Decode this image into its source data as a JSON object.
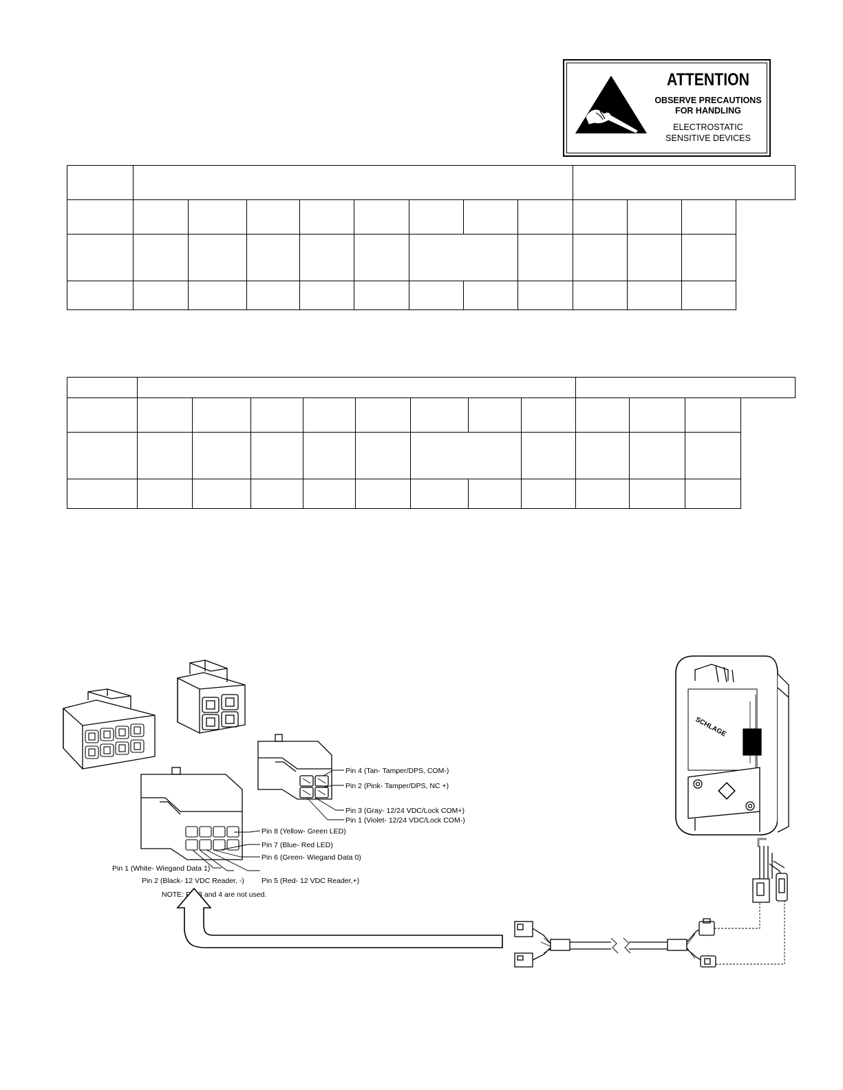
{
  "esd_label": {
    "title": "ATTENTION",
    "line1": "OBSERVE PRECAUTIONS",
    "line2": "FOR HANDLING",
    "line3": "ELECTROSTATIC",
    "line4": "SENSITIVE DEVICES"
  },
  "connector_8pin": {
    "pin8": "Pin 8 (Yellow- Green LED)",
    "pin7": "Pin 7 (Blue- Red LED)",
    "pin6": "Pin 6 (Green- Wiegand Data 0)",
    "pin1": "Pin 1 (White- Wiegand Data 1)",
    "pin2": "Pin 2 (Black- 12 VDC Reader, -)",
    "pin5": "Pin 5 (Red- 12 VDC Reader,+)",
    "note": "NOTE: Pin 3 and 4 are not used."
  },
  "connector_4pin": {
    "pin4": "Pin 4 (Tan- Tamper/DPS, COM-)",
    "pin2": "Pin 2 (Pink- Tamper/DPS, NC +)",
    "pin3": "Pin 3 (Gray- 12/24 VDC/Lock COM+)",
    "pin1": "Pin 1 (Violet- 12/24 VDC/Lock COM-)"
  },
  "device_brand": "SCHLAGE"
}
